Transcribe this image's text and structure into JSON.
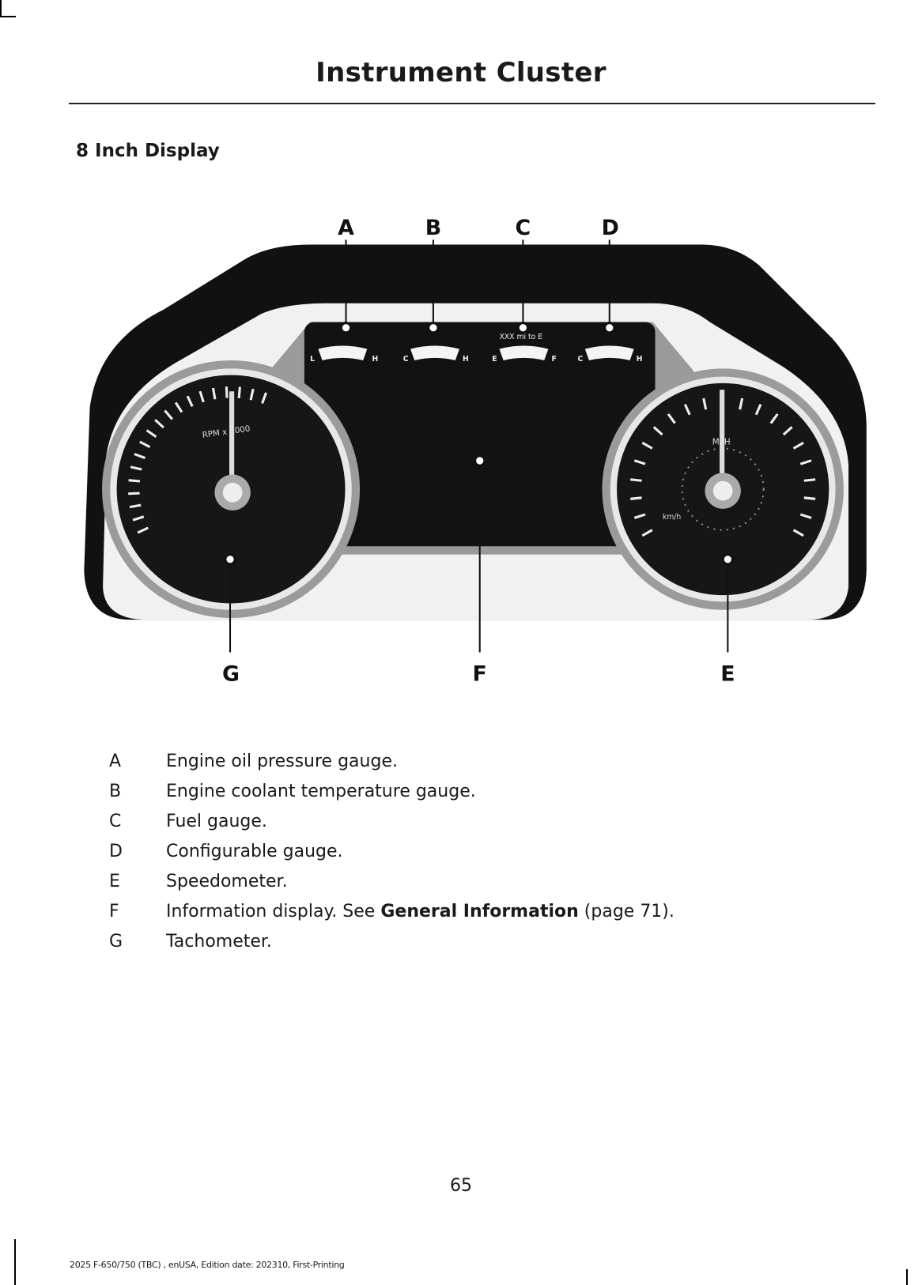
{
  "header": {
    "title": "Instrument Cluster"
  },
  "section": {
    "title": "8 Inch Display"
  },
  "figure": {
    "callouts_top": [
      "A",
      "B",
      "C",
      "D"
    ],
    "callouts_bottom": [
      "G",
      "F",
      "E"
    ],
    "gauge_labels": {
      "oil_low": "L",
      "oil_high": "H",
      "coolant_cold": "C",
      "coolant_hot": "H",
      "fuel_empty": "E",
      "fuel_full": "F",
      "fuel_range": "XXX mi to E",
      "config_cold": "C",
      "config_hot": "H"
    },
    "tachometer_label": "RPM x 1000",
    "speedometer_label_mph": "MPH",
    "speedometer_label_kmh": "km/h"
  },
  "legend": [
    {
      "key": "A",
      "text": "Engine oil pressure gauge."
    },
    {
      "key": "B",
      "text": "Engine coolant temperature gauge."
    },
    {
      "key": "C",
      "text": "Fuel gauge."
    },
    {
      "key": "D",
      "text": "Configurable gauge."
    },
    {
      "key": "E",
      "text": "Speedometer."
    },
    {
      "key": "F",
      "text_before": "Information display. See ",
      "link": "General Information",
      "text_after": " (page 71)."
    },
    {
      "key": "G",
      "text": "Tachometer."
    }
  ],
  "page_number": "65",
  "footer": "2025 F-650/750 (TBC) , enUSA, Edition date: 202310, First-Printing"
}
